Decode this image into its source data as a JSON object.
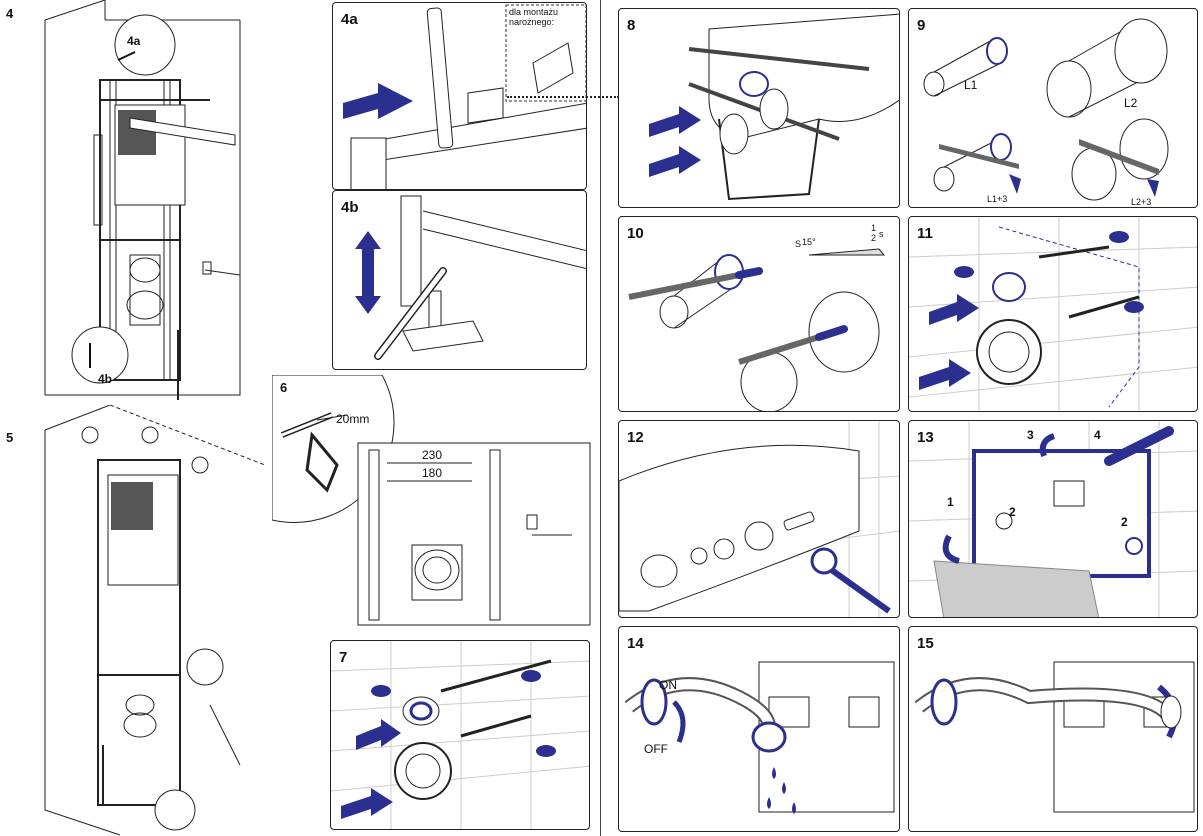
{
  "steps": {
    "s4": {
      "num": "4",
      "a": "4a",
      "b": "4b"
    },
    "s5": {
      "num": "5"
    },
    "s4a": {
      "num": "4a",
      "note_line1": "dla montażu",
      "note_line2": "narożnego:"
    },
    "s4b": {
      "num": "4b"
    },
    "s6": {
      "num": "6",
      "dim": "20mm",
      "dim_wide": "230",
      "dim_narrow": "180"
    },
    "s7": {
      "num": "7"
    },
    "s8": {
      "num": "8"
    },
    "s9": {
      "num": "9",
      "l1": "L1",
      "l2": "L2",
      "l1p": "L1+3",
      "l2p": "L2+3"
    },
    "s10": {
      "num": "10",
      "angle": "15°",
      "s_label": "S",
      "half": "1",
      "half_den": "2",
      "half_s": "s"
    },
    "s11": {
      "num": "11"
    },
    "s12": {
      "num": "12"
    },
    "s13": {
      "num": "13",
      "c1": "1",
      "c2a": "2",
      "c2b": "2",
      "c3": "3",
      "c4": "4"
    },
    "s14": {
      "num": "14",
      "on": "ON",
      "off": "OFF"
    },
    "s15": {
      "num": "15"
    }
  },
  "colors": {
    "accent": "#2b2f8f",
    "line": "#222222",
    "light": "#cfcfcf"
  }
}
